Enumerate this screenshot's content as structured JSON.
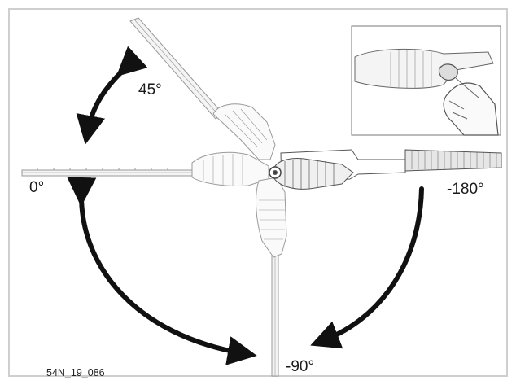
{
  "labels": {
    "angle_0": "0°",
    "angle_45": "45°",
    "angle_minus_180": "-180°",
    "angle_minus_90": "-90°",
    "figure_code": "54N_19_086"
  },
  "colors": {
    "background": "#ffffff",
    "border": "#cccccc",
    "line": "#777777",
    "arrow": "#111111"
  }
}
